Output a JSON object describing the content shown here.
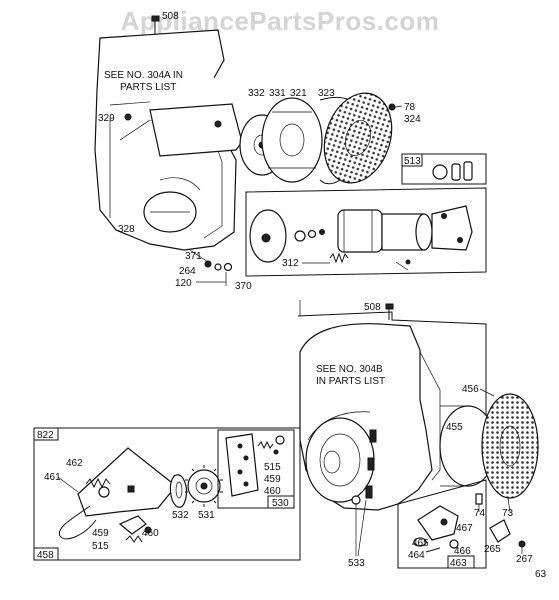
{
  "watermark": "AppliancePartsPros.com",
  "page_number": "63",
  "notes": {
    "upper": [
      "SEE NO. 304A IN",
      "PARTS LIST"
    ],
    "lower": [
      "SEE NO. 304B",
      "IN PARTS LIST"
    ]
  },
  "callouts": {
    "p508a": "508",
    "p329": "329",
    "p328": "328",
    "p371": "371",
    "p264": "264",
    "p120": "120",
    "p370": "370",
    "p332": "332",
    "p331": "331",
    "p321": "321",
    "p323": "323",
    "p78": "78",
    "p324": "324",
    "p513": "513",
    "p312": "312",
    "p508b": "508",
    "p456": "456",
    "p455": "455",
    "p822": "822",
    "p462": "462",
    "p461": "461",
    "p459a": "459",
    "p460a": "460",
    "p515a": "515",
    "p458": "458",
    "p532": "532",
    "p531": "531",
    "p515b": "515",
    "p459b": "459",
    "p460b": "460",
    "p530": "530",
    "p533": "533",
    "p465": "465",
    "p464": "464",
    "p467": "467",
    "p466": "466",
    "p463": "463",
    "p74": "74",
    "p73": "73",
    "p265": "265",
    "p267": "267"
  },
  "colors": {
    "ink": "#111111",
    "watermark": "#d4d4d4",
    "background": "#ffffff"
  }
}
